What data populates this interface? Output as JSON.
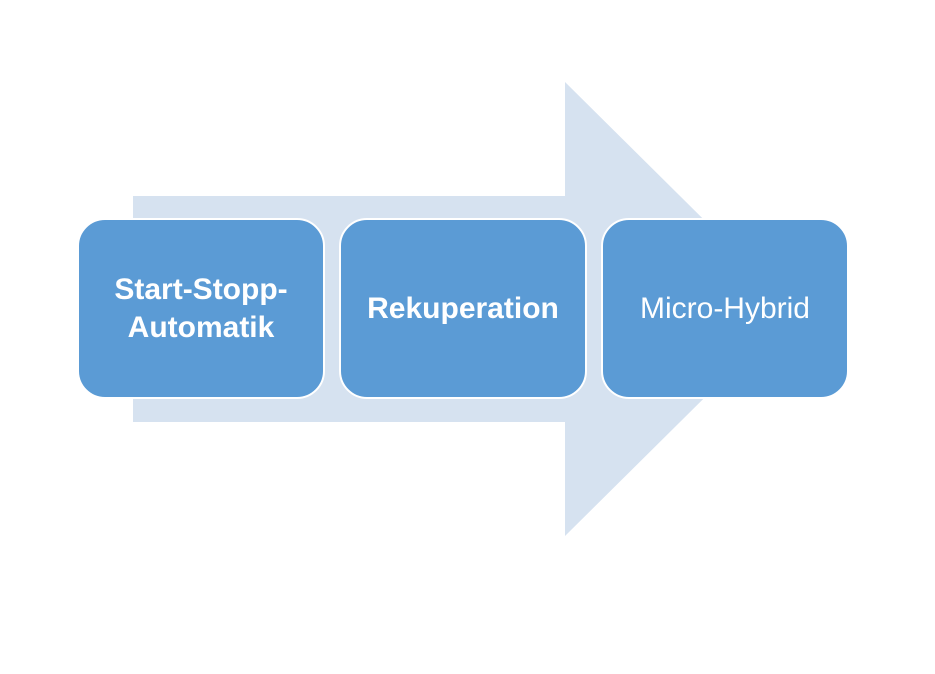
{
  "colors": {
    "background": "#ffffff",
    "arrow_fill": "#d6e2f0",
    "box_fill": "#5b9bd5",
    "box_text": "#ffffff"
  },
  "process": {
    "steps": [
      {
        "label": "Start-Stopp-Automatik",
        "lines": [
          "Start-Stopp-",
          "Automatik"
        ],
        "bold": true
      },
      {
        "label": "Rekuperation",
        "lines": [
          "Rekuperation"
        ],
        "bold": true
      },
      {
        "label": "Micro-Hybrid",
        "lines": [
          "Micro-Hybrid"
        ],
        "bold": false
      }
    ]
  }
}
